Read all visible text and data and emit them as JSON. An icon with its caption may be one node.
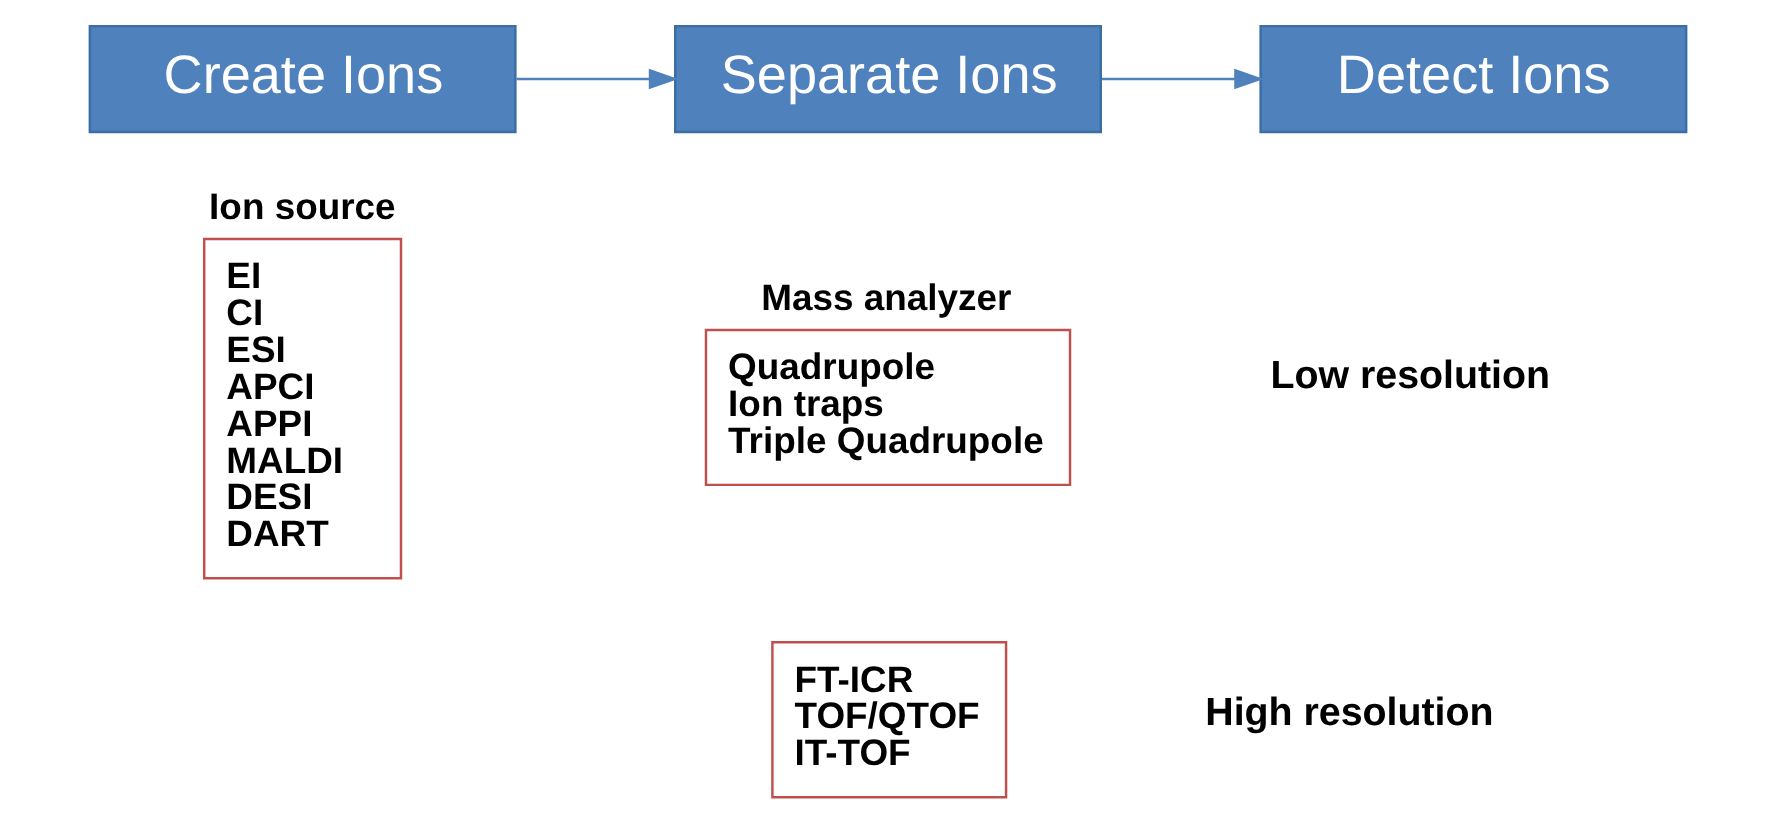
{
  "diagram": {
    "nodes": [
      {
        "text": [
          "Create Ions"
        ]
      },
      {
        "text": [
          "Separate Ions"
        ]
      },
      {
        "text": [
          "Detect Ions"
        ]
      },
      {
        "text": [
          "Ion source",
          "EI",
          "CI",
          "ESI",
          "APCI",
          "APPI",
          "MALDI",
          "DESI",
          "DART"
        ]
      },
      {
        "text": [
          "Mass analyzer",
          "Quadrupole",
          "Ion traps",
          "Triple Quadrupole"
        ]
      },
      {
        "text": [
          "FT-ICR",
          "TOF/QTOF",
          "IT-TOF"
        ]
      }
    ],
    "edges": [
      {
        "from": 0,
        "to": 1,
        "arrow": "to"
      },
      {
        "from": 1,
        "to": 2,
        "arrow": "to"
      }
    ],
    "labels": [
      "Low resolution",
      "High resolution"
    ]
  }
}
